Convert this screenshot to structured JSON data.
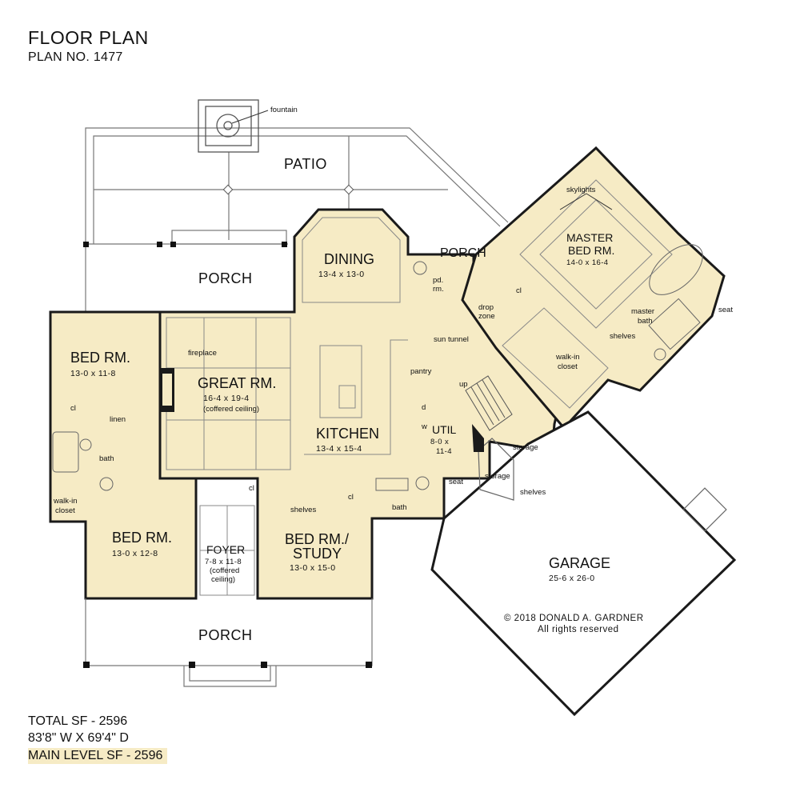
{
  "header": {
    "title": "FLOOR PLAN",
    "plan_no": "PLAN NO. 1477"
  },
  "footer": {
    "total_sf": "TOTAL SF - 2596",
    "dimensions": "83'8\" W X 69'4\" D",
    "main_level_sf": "MAIN LEVEL SF - 2596"
  },
  "colors": {
    "floor": "#f6ebc5",
    "wall": "#1a1a1a",
    "outline": "#555555",
    "highlight": "#f6ebc5"
  },
  "rooms": {
    "patio": "PATIO",
    "porch_left": "PORCH",
    "porch_small": "PORCH",
    "porch_front": "PORCH",
    "dining": {
      "name": "DINING",
      "dims": "13-4 x 13-0"
    },
    "master": {
      "name1": "MASTER",
      "name2": "BED RM.",
      "dims": "14-0 x 16-4"
    },
    "bed1": {
      "name": "BED RM.",
      "dims": "13-0 x 11-8"
    },
    "great": {
      "name": "GREAT RM.",
      "dims": "16-4 x 19-4",
      "note": "(coffered ceiling)"
    },
    "kitchen": {
      "name": "KITCHEN",
      "dims": "13-4 x 15-4"
    },
    "util": {
      "name": "UTIL",
      "dims1": "8-0 x",
      "dims2": "11-4"
    },
    "bed2": {
      "name": "BED RM.",
      "dims": "13-0 x 12-8"
    },
    "foyer": {
      "name": "FOYER",
      "dims": "7-8 x 11-8",
      "note1": "(coffered",
      "note2": "ceiling)"
    },
    "study": {
      "name1": "BED RM./",
      "name2": "STUDY",
      "dims": "13-0 x 15-0"
    },
    "garage": {
      "name": "GARAGE",
      "dims": "25-6 x 26-0"
    }
  },
  "labels": {
    "fountain": "fountain",
    "skylights": "skylights",
    "pd_rm1": "pd.",
    "pd_rm2": "rm.",
    "drop_zone1": "drop",
    "drop_zone2": "zone",
    "sun_tunnel": "sun tunnel",
    "pantry": "pantry",
    "fireplace": "fireplace",
    "cl": "cl",
    "linen": "linen",
    "bath": "bath",
    "walkin1": "walk-in",
    "walkin2": "closet",
    "master_bath1": "master",
    "master_bath2": "bath",
    "shelves": "shelves",
    "seat": "seat",
    "storage": "storage",
    "up": "up",
    "d": "d",
    "w": "w"
  },
  "copyright": {
    "line1": "© 2018 DONALD A. GARDNER",
    "line2": "All rights reserved"
  }
}
